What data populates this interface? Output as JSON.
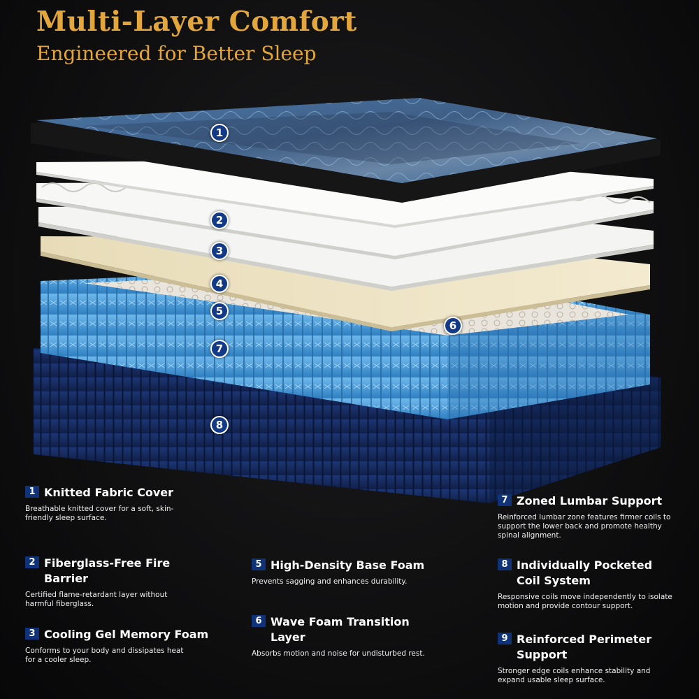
{
  "header": {
    "title": "Multi-Layer Comfort",
    "subtitle": "Engineered for Better Sleep"
  },
  "colors": {
    "accent_gold": "#e2a63c",
    "badge_blue": "#0f3278",
    "coil_blue": "#4a9fdc",
    "base_navy": "#152a5e",
    "background": "#0d0d0e"
  },
  "layer_markers": [
    "1",
    "2",
    "3",
    "4",
    "5",
    "6",
    "7",
    "8"
  ],
  "features": [
    {
      "number": "1",
      "title": "Knitted Fabric Cover",
      "desc": "Breathable knitted cover for a soft, skin-friendly sleep surface."
    },
    {
      "number": "2",
      "title": "Fiberglass-Free Fire Barrier",
      "desc": "Certified flame-retardant layer without harmful fiberglass."
    },
    {
      "number": "3",
      "title": "Cooling Gel Memory Foam",
      "desc": "Conforms to your body and dissipates heat for a cooler sleep."
    },
    {
      "number": "5",
      "title": "High-Density Base Foam",
      "desc": "Prevents sagging and enhances durability."
    },
    {
      "number": "6",
      "title": "Wave Foam Transition Layer",
      "desc": "Absorbs motion and noise for undisturbed rest."
    },
    {
      "number": "7",
      "title": "Zoned Lumbar Support",
      "desc": "Reinforced lumbar zone features firmer coils to support the lower back and promote healthy spinal alignment."
    },
    {
      "number": "8",
      "title": "Individually Pocketed Coil System",
      "desc": "Responsive coils move independently to isolate motion and provide contour support."
    },
    {
      "number": "9",
      "title": "Reinforced Perimeter Support",
      "desc": "Stronger edge coils enhance stability and expand usable sleep surface."
    }
  ]
}
